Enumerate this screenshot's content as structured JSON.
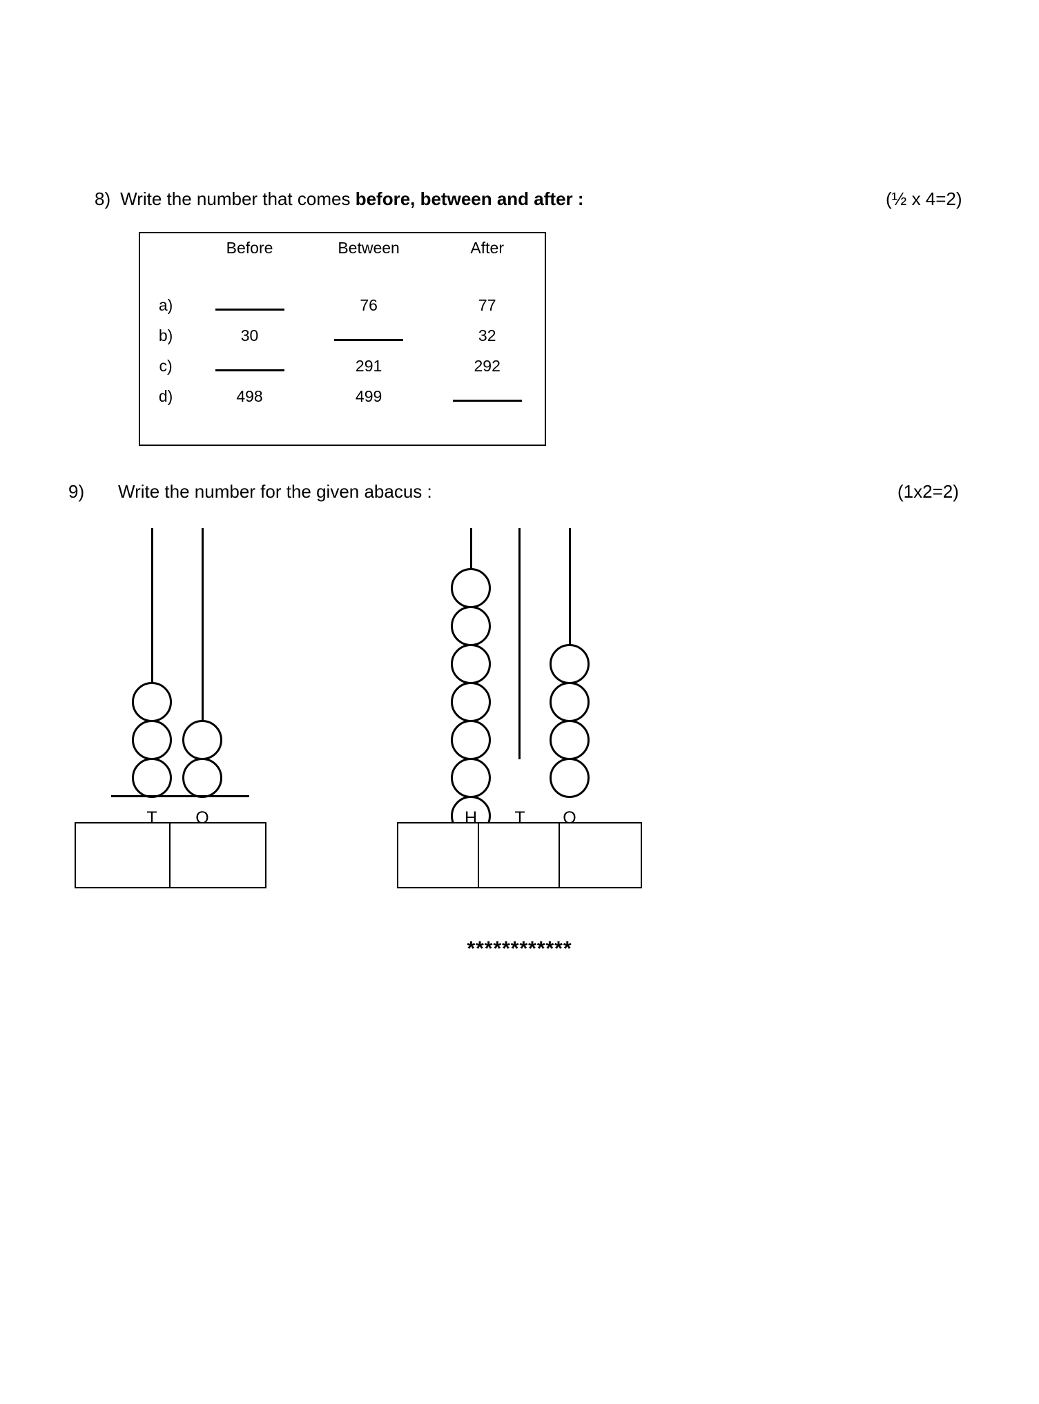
{
  "questions": [
    {
      "number": "8)",
      "text_plain": "Write the number that comes ",
      "text_bold": "before, between and after :",
      "marks": "(½ x 4=2)"
    },
    {
      "number": "9)",
      "text_plain": "Write the number for the given abacus :",
      "marks": "(1x2=2)"
    }
  ],
  "table": {
    "headers": [
      "",
      "Before",
      "Between",
      "After"
    ],
    "rows": [
      {
        "label": "a)",
        "before": "",
        "between": "76",
        "after": "77",
        "blank": "before"
      },
      {
        "label": "b)",
        "before": "30",
        "between": "",
        "after": "32",
        "blank": "between"
      },
      {
        "label": "c)",
        "before": "",
        "between": "291",
        "after": "292",
        "blank": "before"
      },
      {
        "label": "d)",
        "before": "498",
        "between": "499",
        "after": "",
        "blank": "after"
      }
    ]
  },
  "abacus": [
    {
      "id": "abacus-left",
      "rods": [
        {
          "label": "T",
          "beads": 3
        },
        {
          "label": "O",
          "beads": 2
        }
      ],
      "answer_boxes": 2
    },
    {
      "id": "abacus-right",
      "rods": [
        {
          "label": "H",
          "beads": 7
        },
        {
          "label": "T",
          "beads": 0
        },
        {
          "label": "O",
          "beads": 4
        }
      ],
      "answer_boxes": 3
    }
  ],
  "footer": {
    "stars": "************"
  },
  "colors": {
    "ink": "#000000",
    "paper": "#ffffff"
  }
}
